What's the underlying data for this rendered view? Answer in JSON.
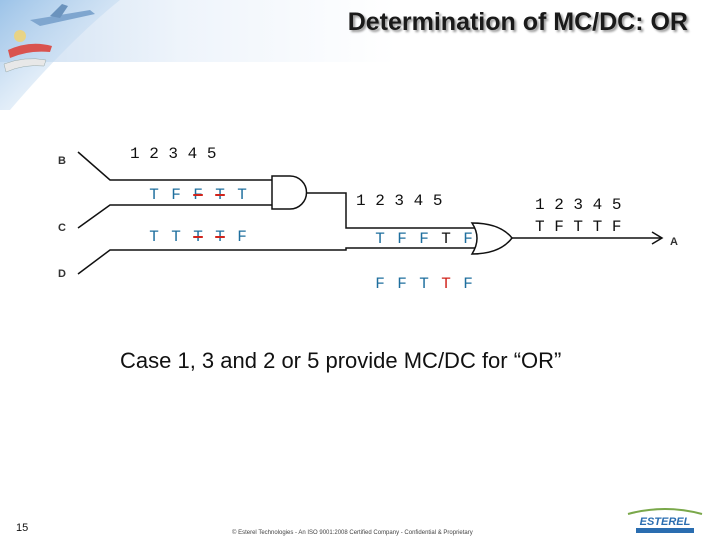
{
  "slide": {
    "title": "Determination of MC/DC: OR",
    "page_number": "15",
    "footer": "© Esterel Technologies - An ISO 9001:2008 Certified Company - Confidential & Proprietary",
    "caption": "Case 1, 3 and 2 or 5 provide MC/DC for “OR”",
    "logo_text": "ESTEREL"
  },
  "signals": {
    "b": "B",
    "c": "C",
    "d": "D",
    "out": "A"
  },
  "inputs": {
    "b": {
      "cases": "1 2 3 4 5",
      "values": [
        "T",
        "F",
        "F",
        "T",
        "T"
      ]
    },
    "c": {
      "values": [
        "T",
        "T",
        "T",
        "T",
        "F"
      ]
    }
  },
  "and_gate": {
    "cases": "1 2 3 4 5",
    "output": [
      "T",
      "F",
      "F",
      "T",
      "F"
    ]
  },
  "or_gate": {
    "d_values": [
      "F",
      "F",
      "T",
      "T",
      "F"
    ],
    "cases": "1 2 3 4 5",
    "output": "T F T T F"
  },
  "colors": {
    "blue_value": "#1f6f9e",
    "red_value": "#d0241c",
    "wire": "#111111"
  }
}
